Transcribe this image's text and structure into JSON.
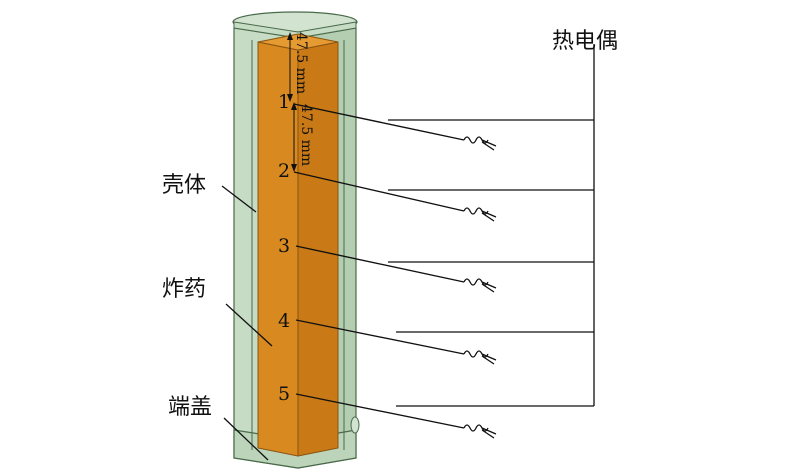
{
  "labels": {
    "thermocouple": "热电偶",
    "shell": "壳体",
    "explosive": "炸药",
    "end_cap": "端盖"
  },
  "dimensions": {
    "top": "47.5 mm",
    "between": "47.5 mm"
  },
  "points": [
    "1",
    "2",
    "3",
    "4",
    "5"
  ],
  "colors": {
    "shell": "#c6dcc4",
    "explosive": "#d8891f",
    "outline": "#4a6a4a"
  }
}
